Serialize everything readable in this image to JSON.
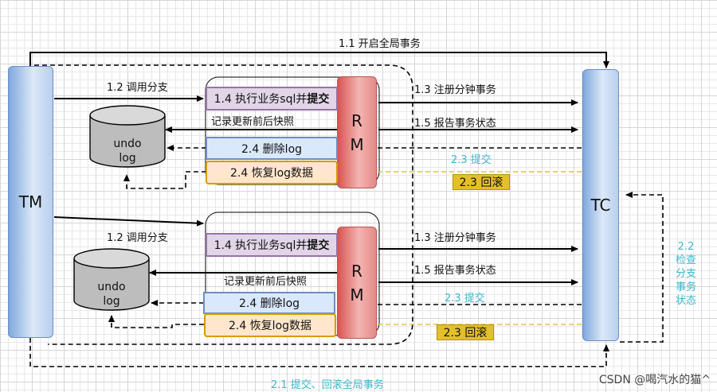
{
  "nodes": {
    "tm": "TM",
    "tc": "TC",
    "rm": "R M",
    "undo_top": "undo log",
    "undo_bottom": "undo log"
  },
  "branch_top": {
    "exec_prefix": "1.4 执行业务sql并",
    "exec_bold": "提交",
    "delete_log": "2.4 删除log",
    "restore_log": "2.4 恢复log数据",
    "snapshot": "记录更新前后快照"
  },
  "branch_bottom": {
    "exec_prefix": "1.4 执行业务sql并",
    "exec_bold": "提交",
    "delete_log": "2.4 删除log",
    "restore_log": "2.4 恢复log数据",
    "snapshot": "记录更新前后快照"
  },
  "labels": {
    "open_global": "1.1 开启全局事务",
    "call_branch_top": "1.2 调用分支",
    "call_branch_bottom": "1.2 调用分支",
    "register_top": "1.3 注册分钟事务",
    "register_bottom": "1.3 注册分钟事务",
    "report_top": "1.5 报告事务状态",
    "report_bottom": "1.5 报告事务状态",
    "commit_top": "2.3 提交",
    "commit_bottom": "2.3 提交",
    "rollback_top": "2.3 回滚",
    "rollback_bottom": "2.3 回滚",
    "check_status": "2.2 检查 分支 事务 状态",
    "global_commit_rollback": "2.1 提交、回滚全局事务"
  },
  "watermark": "CSDN @喝汽水的猫^",
  "colors": {
    "cyan": "#3bb8c8",
    "rollback_line": "#e0c045"
  }
}
